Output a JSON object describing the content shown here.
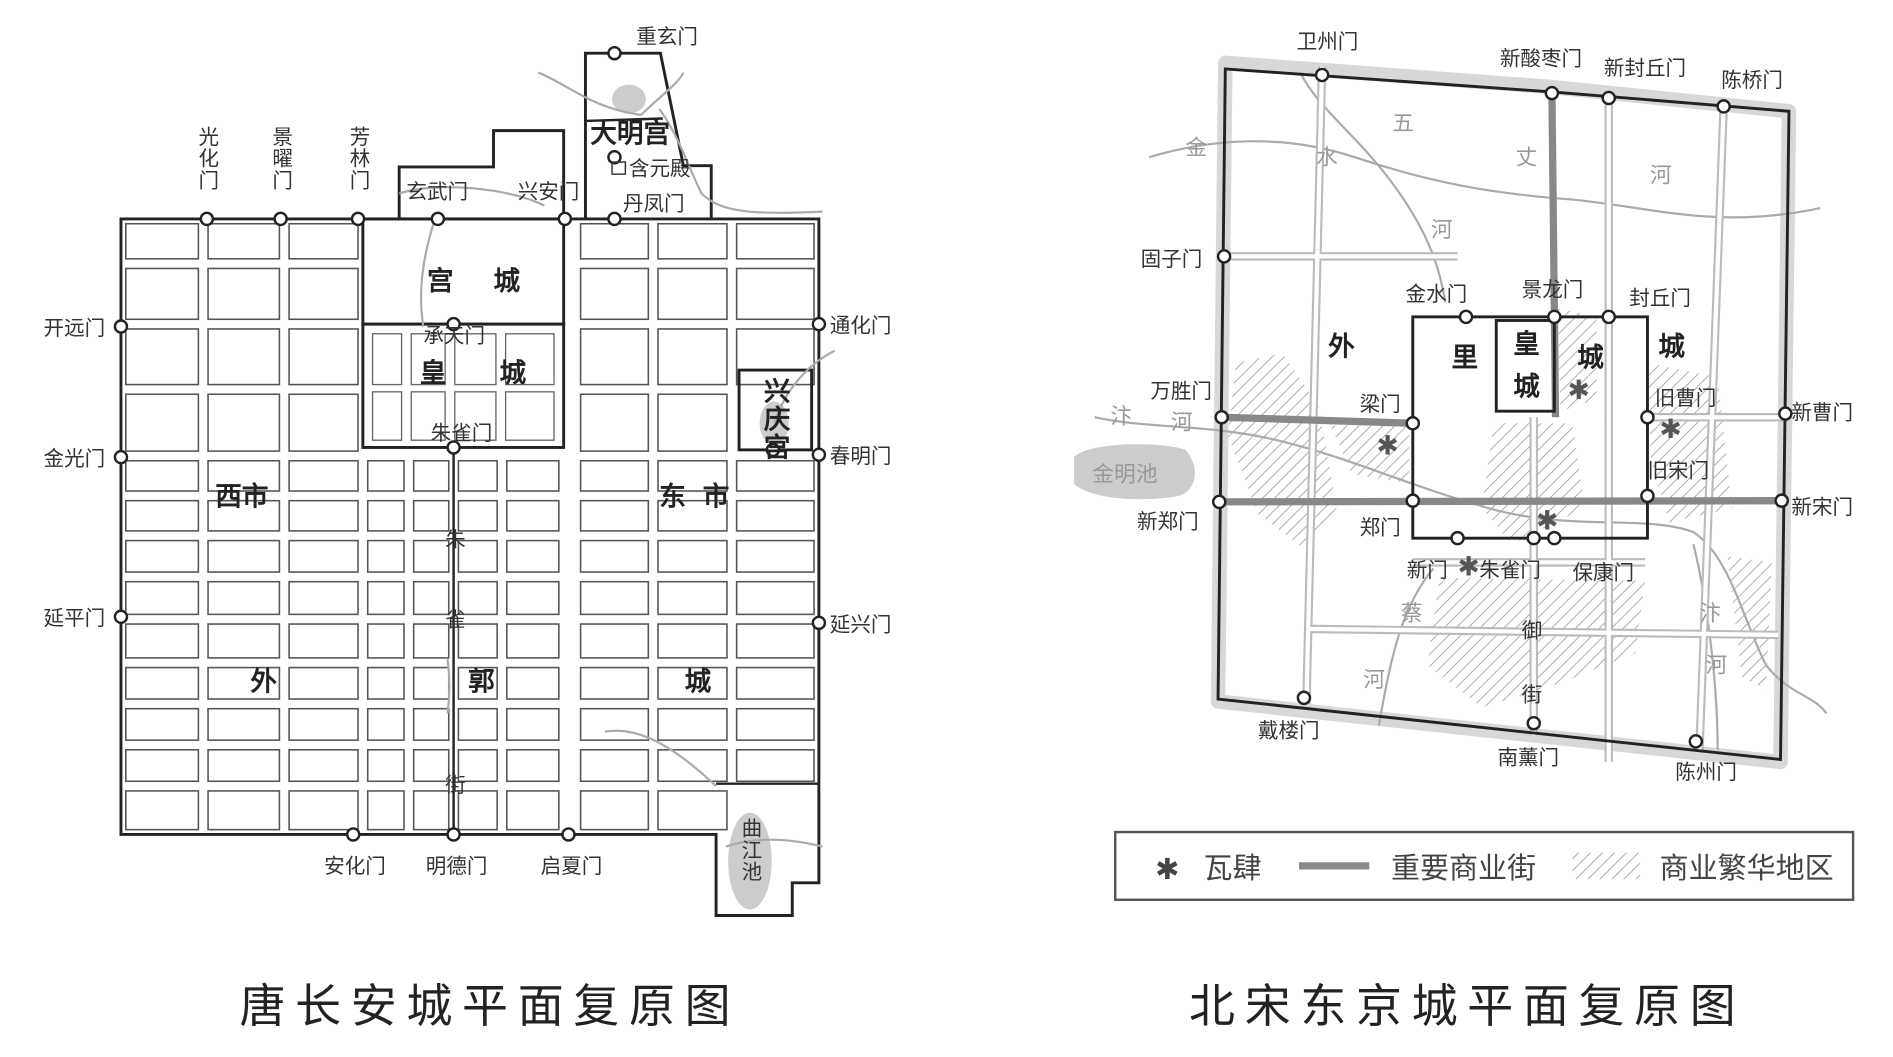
{
  "left_map": {
    "title": "唐长安城平面复原图",
    "gates": {
      "guanghua": "光化门",
      "jingyao": "景曜门",
      "fanglin": "芳林门",
      "xuanwu": "玄武门",
      "xingan": "兴安门",
      "chongxuan": "重玄门",
      "danfeng": "丹凤门",
      "kaiyuan": "开远门",
      "jinguang": "金光门",
      "yanping": "延平门",
      "tonghua": "通化门",
      "chunming": "春明门",
      "yanxing": "延兴门",
      "chengtian": "承天门",
      "zhuque": "朱雀门",
      "anhua": "安化门",
      "mingde": "明德门",
      "qixia": "启夏门"
    },
    "areas": {
      "daminggong": "大明宫",
      "hanyuandian": "含元殿",
      "gong": "宫",
      "gong_cheng": "城",
      "huang": "皇",
      "huang_cheng": "城",
      "xingqinggong": "兴庆宫",
      "xishi": "西市",
      "dongshi": "东市",
      "wai": "外",
      "guo": "郭",
      "cheng": "城",
      "street_1": "朱",
      "street_2": "雀",
      "street_3": "街",
      "qujiangchi": "曲江池"
    }
  },
  "right_map": {
    "title": "北宋东京城平面复原图",
    "gates": {
      "weizhou": "卫州门",
      "xinsuanzao": "新酸枣门",
      "xinfengqiu": "新封丘门",
      "chenqiao": "陈桥门",
      "guzi": "固子门",
      "jinshui": "金水门",
      "jinglong": "景龙门",
      "fengqiu": "封丘门",
      "wansheng": "万胜门",
      "liang": "梁门",
      "jiucao": "旧曹门",
      "xincao": "新曹门",
      "jiusong": "旧宋门",
      "xinzheng": "新郑门",
      "zheng": "郑门",
      "xinsong": "新宋门",
      "xin": "新门",
      "zhuque": "朱雀门",
      "baokang": "保康门",
      "dailou": "戴楼门",
      "nanxun": "南薰门",
      "chenzhou": "陈州门"
    },
    "areas": {
      "wai": "外",
      "li": "里",
      "huang": "皇",
      "huang_cheng": "城",
      "li_cheng": "城",
      "wai_cheng": "城",
      "jinmingchi": "金明池",
      "yu": "御",
      "jie": "街"
    },
    "rivers": {
      "jinshui": [
        "金",
        "水",
        "河"
      ],
      "wuzhang": [
        "五",
        "丈",
        "河"
      ],
      "bian_w": [
        "汴",
        "河"
      ],
      "bian_e": [
        "汴",
        "河"
      ],
      "cai": [
        "蔡",
        "河"
      ]
    },
    "legend": {
      "wasi_symbol": "✱",
      "wasi": "瓦肆",
      "main_street": "重要商业街",
      "busy_area": "商业繁华地区"
    }
  }
}
